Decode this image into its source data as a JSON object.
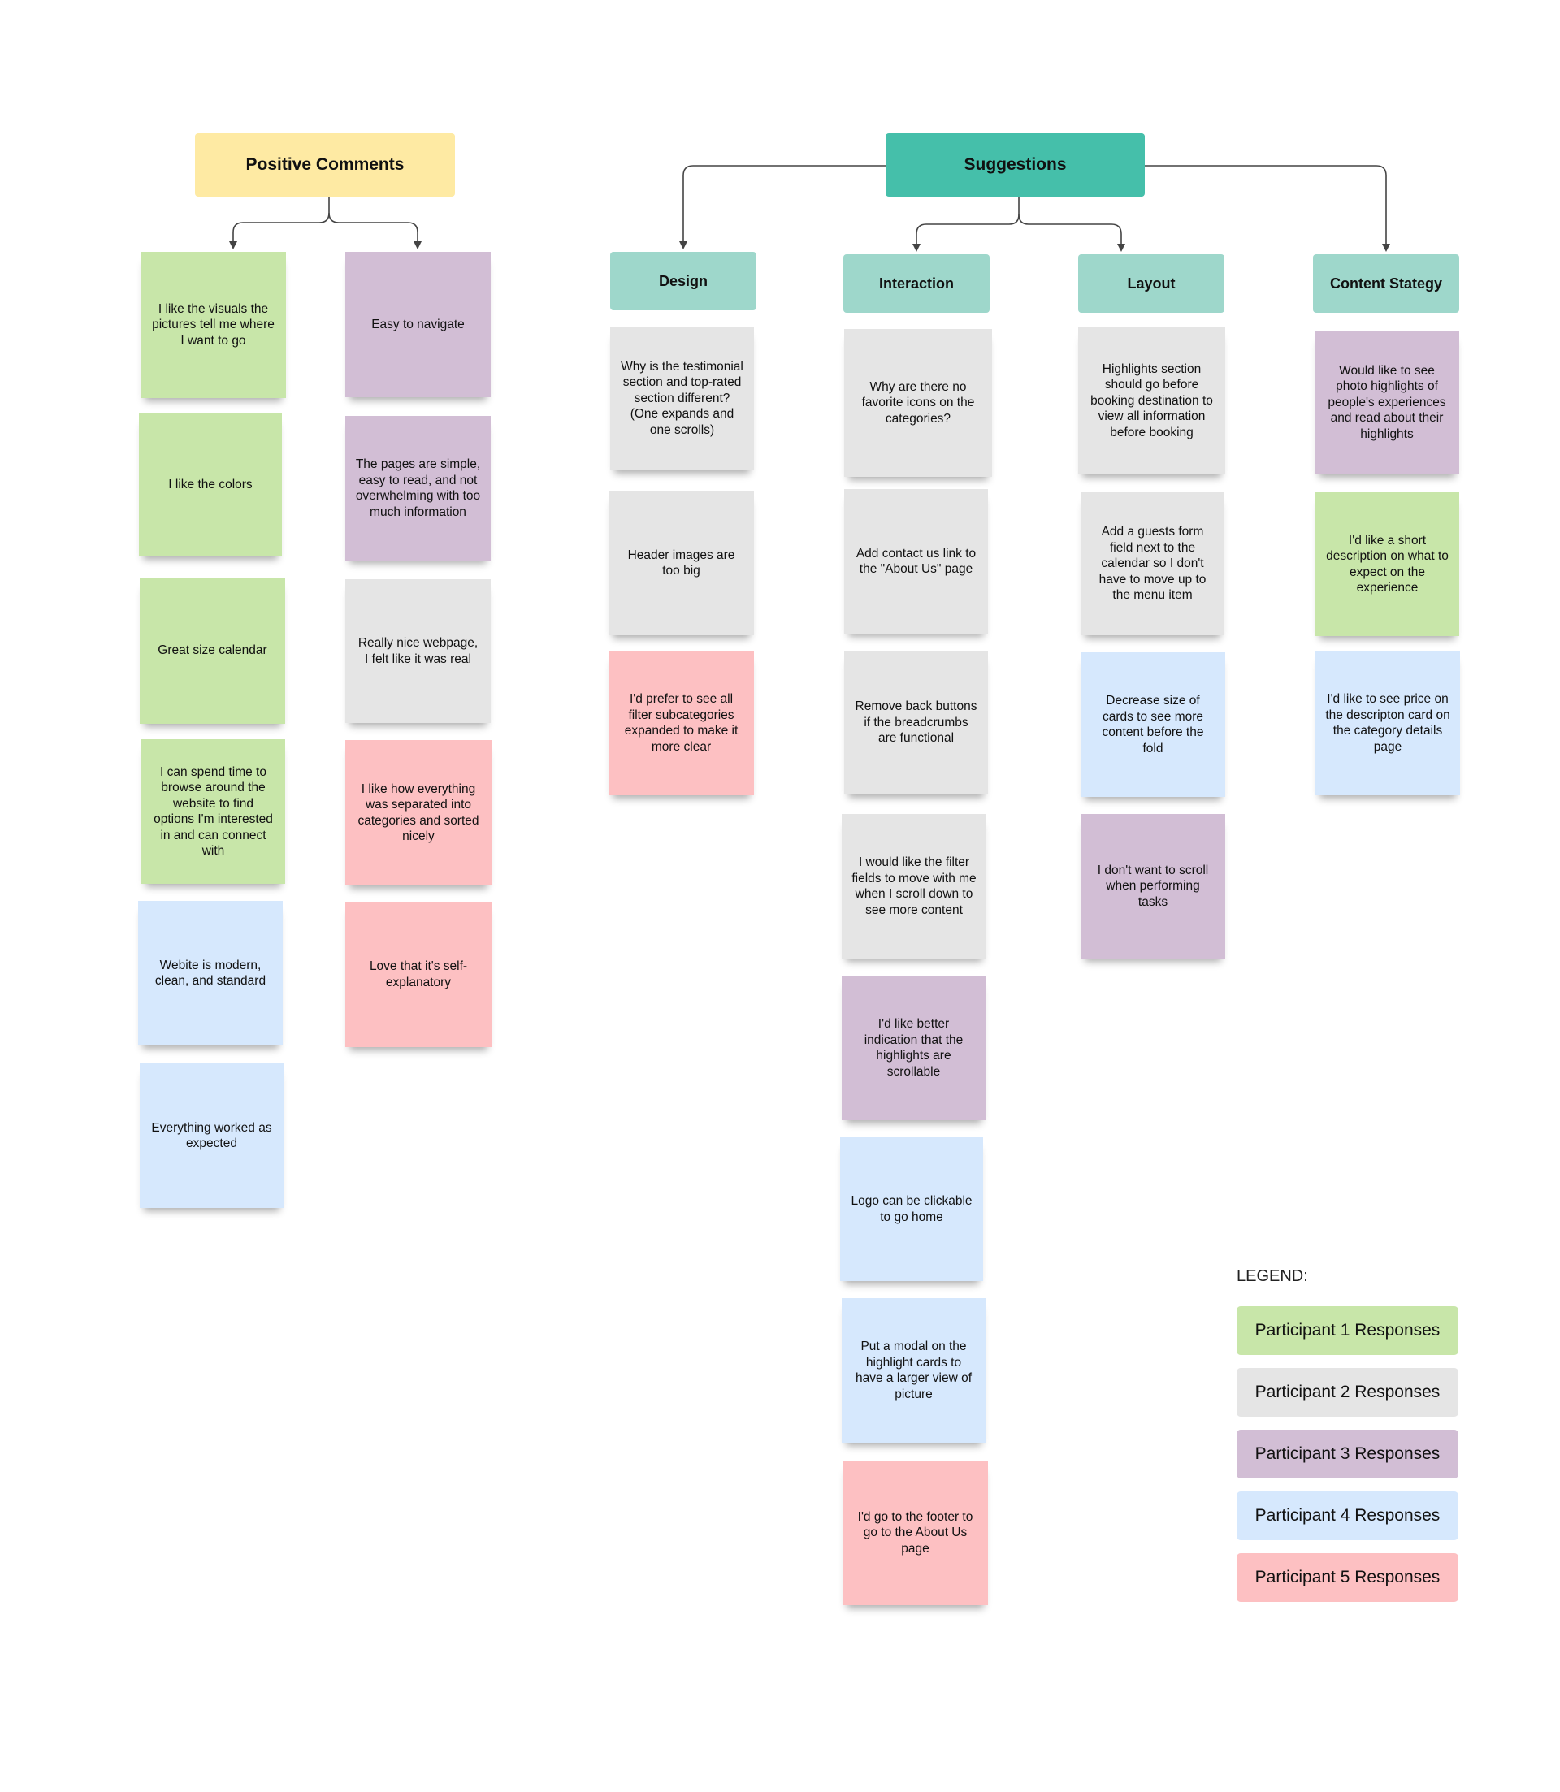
{
  "colors": {
    "green": "#c8e6a9",
    "gray": "#e5e5e5",
    "purple": "#d2bed5",
    "blue": "#d6e8fd",
    "pink": "#fdc0c2",
    "yellow_header": "#feeaa3",
    "teal_header": "#45bfaa",
    "teal_light_header": "#9ed7cb",
    "connector": "#444444"
  },
  "positive": {
    "title": "Positive Comments",
    "columns": [
      [
        {
          "text": "I like the visuals the pictures tell me where I want to go",
          "color": "green"
        },
        {
          "text": "I like the colors",
          "color": "green"
        },
        {
          "text": "Great size calendar",
          "color": "green"
        },
        {
          "text": "I can spend time to browse around the website to find options I'm interested in and can connect with",
          "color": "green"
        },
        {
          "text": "Webite is modern, clean, and standard",
          "color": "blue"
        },
        {
          "text": "Everything worked as expected",
          "color": "blue"
        }
      ],
      [
        {
          "text": "Easy to navigate",
          "color": "purple"
        },
        {
          "text": "The pages are simple, easy to read, and not overwhelming with too much information",
          "color": "purple"
        },
        {
          "text": "Really nice webpage, I felt like it was real",
          "color": "gray"
        },
        {
          "text": "I like how everything was separated into categories and sorted nicely",
          "color": "pink"
        },
        {
          "text": "Love that it's self-explanatory",
          "color": "pink"
        }
      ]
    ]
  },
  "suggestions": {
    "title": "Suggestions",
    "categories": [
      {
        "title": "Design",
        "notes": [
          {
            "text": "Why is the testimonial section and top-rated section different? (One expands and one scrolls)",
            "color": "gray"
          },
          {
            "text": "Header images are too big",
            "color": "gray"
          },
          {
            "text": "I'd prefer to see all filter subcategories expanded to make it more clear",
            "color": "pink"
          }
        ]
      },
      {
        "title": "Interaction",
        "notes": [
          {
            "text": "Why are there no favorite icons on the categories?",
            "color": "gray"
          },
          {
            "text": "Add contact us link to the \"About Us\" page",
            "color": "gray"
          },
          {
            "text": "Remove back buttons if the breadcrumbs are functional",
            "color": "gray"
          },
          {
            "text": "I would like the filter fields to move with me when I scroll down to see more content",
            "color": "gray"
          },
          {
            "text": "I'd like better indication that the highlights are scrollable",
            "color": "purple"
          },
          {
            "text": "Logo can be clickable to go home",
            "color": "blue"
          },
          {
            "text": "Put a modal on the highlight cards to have a larger view of picture",
            "color": "blue"
          },
          {
            "text": "I'd go to the footer to go to the About Us page",
            "color": "pink"
          }
        ]
      },
      {
        "title": "Layout",
        "notes": [
          {
            "text": "Highlights section should go before booking destination to view all information before booking",
            "color": "gray"
          },
          {
            "text": "Add a guests form field next to the calendar so I don't have to move up to the menu item",
            "color": "gray"
          },
          {
            "text": "Decrease size of cards to see more content before the fold",
            "color": "blue"
          },
          {
            "text": "I don't want to scroll when performing tasks",
            "color": "purple"
          }
        ]
      },
      {
        "title": "Content Stategy",
        "notes": [
          {
            "text": "Would like to see photo highlights of people's experiences and read about their highlights",
            "color": "purple"
          },
          {
            "text": "I'd like a short description on what to expect on the experience",
            "color": "green"
          },
          {
            "text": "I'd like to see price on the descripton card on the category details page",
            "color": "blue"
          }
        ]
      }
    ]
  },
  "legend": {
    "title": "LEGEND:",
    "items": [
      {
        "label": "Participant 1 Responses",
        "color": "green"
      },
      {
        "label": "Participant 2 Responses",
        "color": "gray"
      },
      {
        "label": "Participant 3 Responses",
        "color": "purple"
      },
      {
        "label": "Participant 4 Responses",
        "color": "blue"
      },
      {
        "label": "Participant 5 Responses",
        "color": "pink"
      }
    ]
  }
}
